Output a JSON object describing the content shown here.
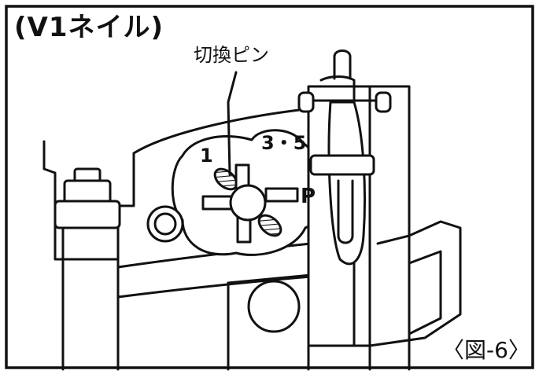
{
  "diagram": {
    "title": "(V1ネイル)",
    "callout": "切換ピン",
    "figure_number": "〈図-6〉",
    "dial_labels": {
      "pos_1": "1",
      "pos_3_5": "3・5",
      "pos_p": "P"
    }
  },
  "colors": {
    "ink": "#111111",
    "paper": "#ffffff"
  }
}
